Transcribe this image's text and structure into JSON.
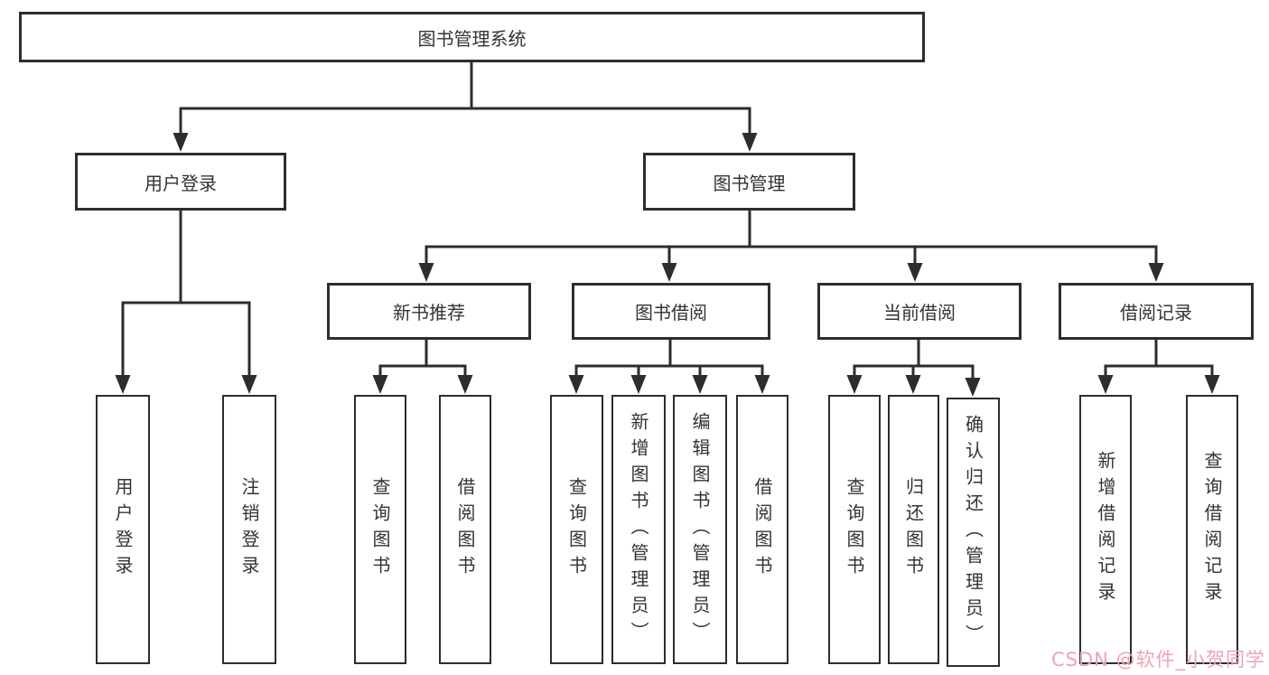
{
  "tree": {
    "root": {
      "label": "图书管理系统"
    },
    "level2": [
      {
        "label": "用户登录",
        "children": [
          {
            "label": "用户登录"
          },
          {
            "label": "注销登录"
          }
        ]
      },
      {
        "label": "图书管理",
        "children": [
          {
            "label": "新书推荐",
            "children": [
              {
                "label": "查询图书"
              },
              {
                "label": "借阅图书"
              }
            ]
          },
          {
            "label": "图书借阅",
            "children": [
              {
                "label": "查询图书"
              },
              {
                "label": "新增图书（管理员）"
              },
              {
                "label": "编辑图书（管理员）"
              },
              {
                "label": "借阅图书"
              }
            ]
          },
          {
            "label": "当前借阅",
            "children": [
              {
                "label": "查询图书"
              },
              {
                "label": "归还图书"
              },
              {
                "label": "确认归还（管理员）"
              }
            ]
          },
          {
            "label": "借阅记录",
            "children": [
              {
                "label": "新增借阅记录"
              },
              {
                "label": "查询借阅记录"
              }
            ]
          }
        ]
      }
    ]
  },
  "watermark": {
    "text": "CSDN @软件_小贺同学",
    "color": "#eea3b2"
  },
  "colors": {
    "line": "#2d2d2d",
    "text": "#333333",
    "background": "#ffffff"
  }
}
